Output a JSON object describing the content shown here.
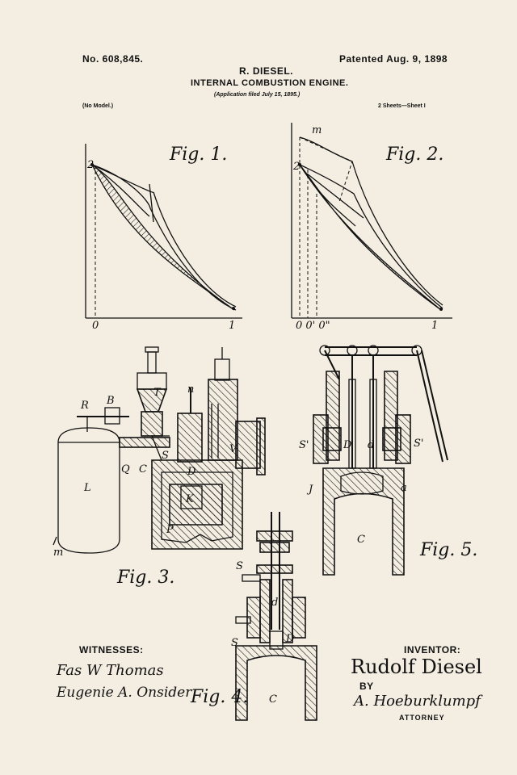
{
  "header": {
    "patent_no": "No. 608,845.",
    "patented": "Patented Aug. 9, 1898",
    "inventor_name": "R. DIESEL.",
    "title": "INTERNAL COMBUSTION ENGINE.",
    "application": "(Application filed July 15, 1895.)",
    "model": "(No Model.)",
    "sheets": "2 Sheets—Sheet I"
  },
  "figures": {
    "fig1": "Fig. 1.",
    "fig2": "Fig. 2.",
    "fig3": "Fig. 3.",
    "fig4": "Fig. 4.",
    "fig5": "Fig. 5."
  },
  "fig1_labels": {
    "origin": "0",
    "one": "1",
    "point2": "2"
  },
  "fig2_labels": {
    "m": "m",
    "zeros": "0  0' 0\"",
    "one": "1",
    "point2": "2"
  },
  "fig3_labels": {
    "R": "R",
    "B": "B",
    "T": "T",
    "n": "n",
    "L": "L",
    "Q": "Q",
    "C": "C",
    "S": "S",
    "D": "D",
    "K": "K",
    "P": "P",
    "m": "m",
    "V": "V"
  },
  "fig4_labels": {
    "S1": "S",
    "S2": "S",
    "d": "d",
    "D": "D",
    "C": "C"
  },
  "fig5_labels": {
    "S1": "S'",
    "S2": "S'",
    "J": "J",
    "a": "a",
    "C": "C",
    "D": "D",
    "d": "d"
  },
  "witnesses": {
    "heading": "WITNESSES:",
    "sig1": "Fas W Thomas",
    "sig2": "Eugenie A. Onsider"
  },
  "inventor": {
    "heading": "INVENTOR:",
    "name": "Rudolf Diesel",
    "by": "BY",
    "attorney_sig": "A. Hoeburklumpf",
    "attorney_label": "ATTORNEY"
  }
}
